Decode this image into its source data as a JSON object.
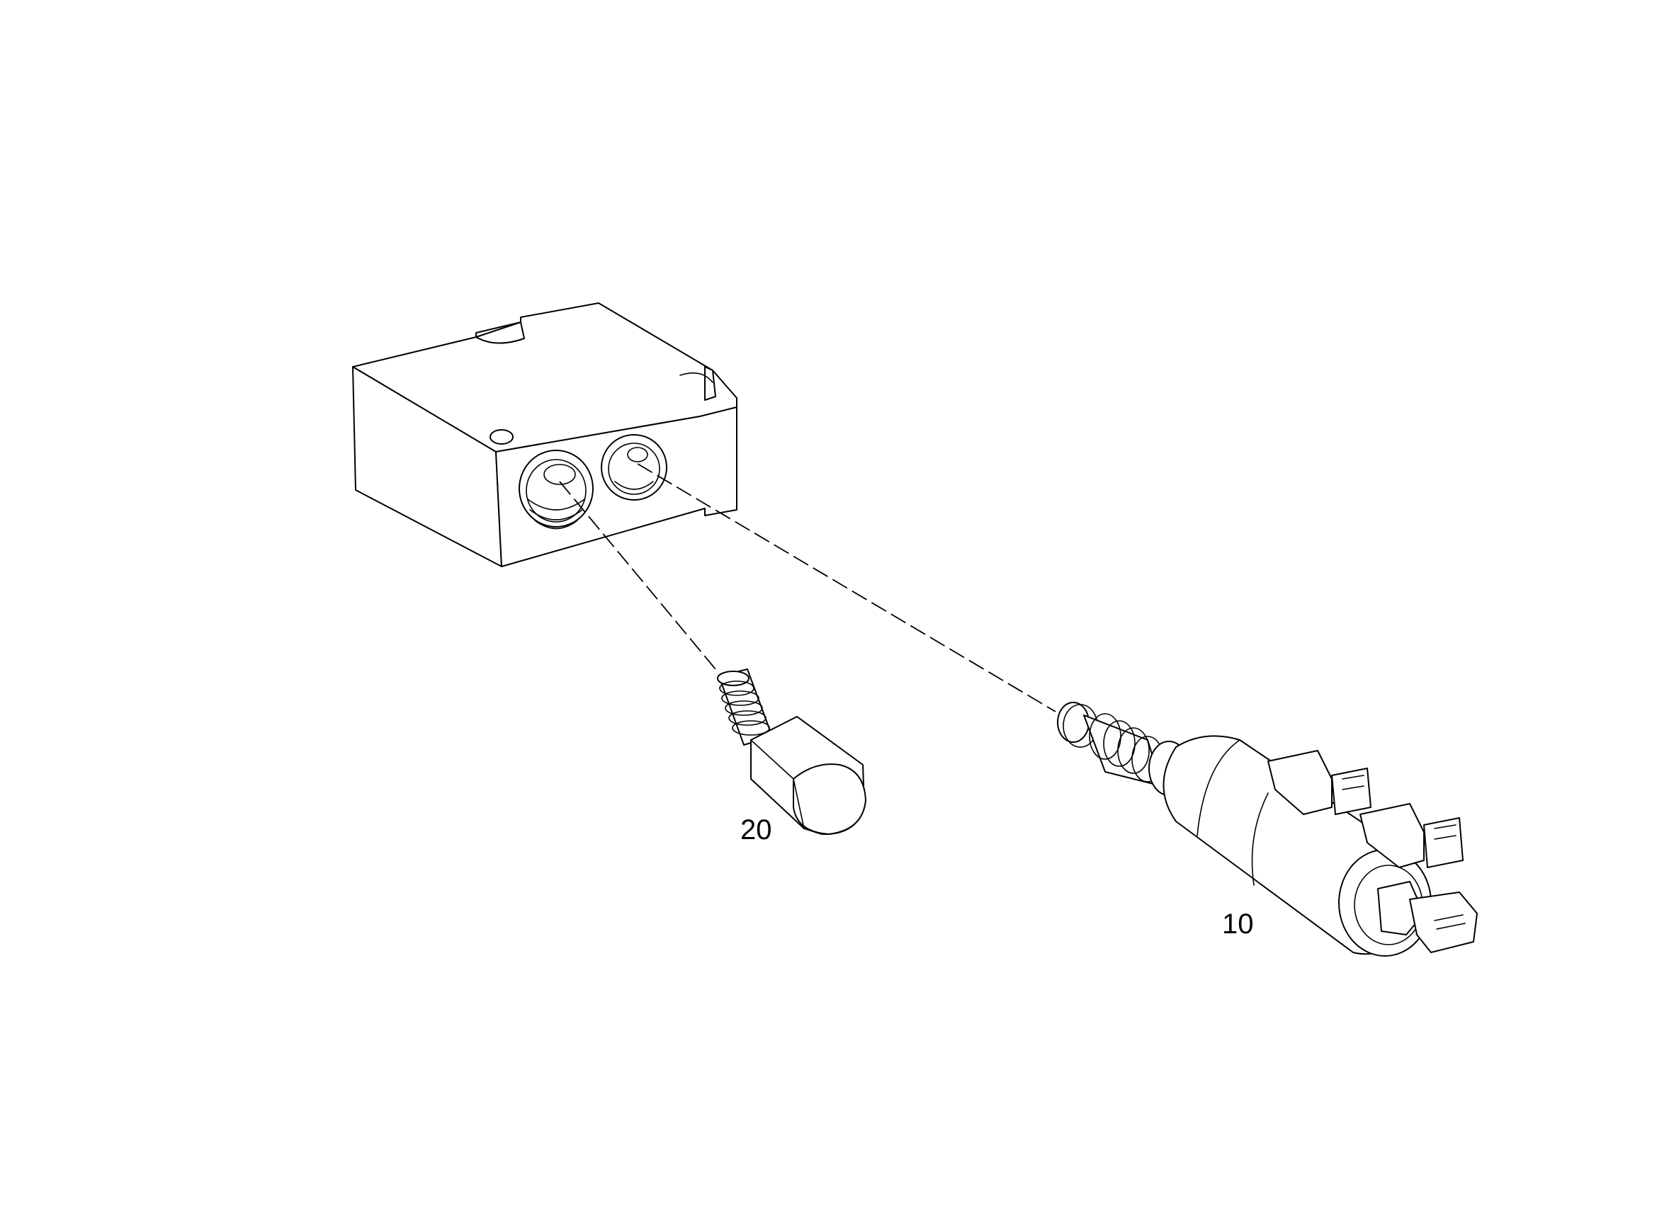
{
  "diagram": {
    "callouts": [
      {
        "id": "solenoid",
        "label": "10"
      },
      {
        "id": "plug",
        "label": "20"
      }
    ],
    "colors": {
      "line": "#000000",
      "background": "#ffffff"
    }
  }
}
